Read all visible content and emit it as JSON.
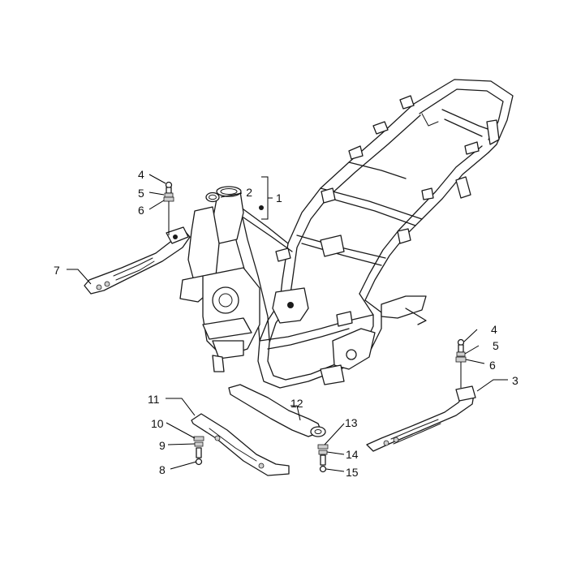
{
  "callouts": {
    "c1": "1",
    "c2": "2",
    "c3": "3",
    "c4a": "4",
    "c5a": "5",
    "c6a": "6",
    "c4b": "4",
    "c5b": "5",
    "c6b": "6",
    "c7": "7",
    "c8": "8",
    "c9": "9",
    "c10": "10",
    "c11": "11",
    "c12": "12",
    "c13": "13",
    "c14": "14",
    "c15": "15"
  }
}
